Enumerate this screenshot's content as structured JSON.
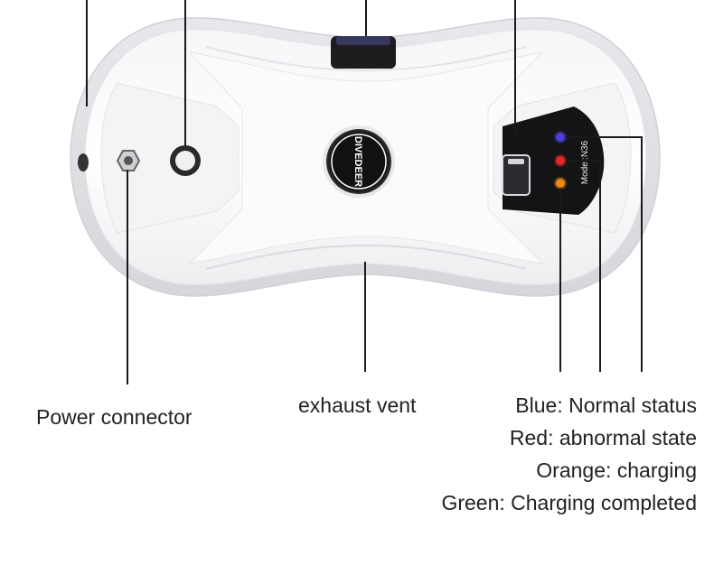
{
  "product": {
    "brand_logo_text": "DIVEDEER",
    "model_text": "Model:N36"
  },
  "callouts": {
    "power_connector": "Power connector",
    "exhaust_vent": "exhaust vent"
  },
  "status_legend": [
    {
      "label": "Blue: Normal status",
      "color": "#4b3fd8"
    },
    {
      "label": "Red: abnormal state",
      "color": "#e02828"
    },
    {
      "label": "Orange: charging",
      "color": "#f08a14"
    },
    {
      "label": "Green: Charging completed",
      "color": "#2fa84a"
    }
  ]
}
